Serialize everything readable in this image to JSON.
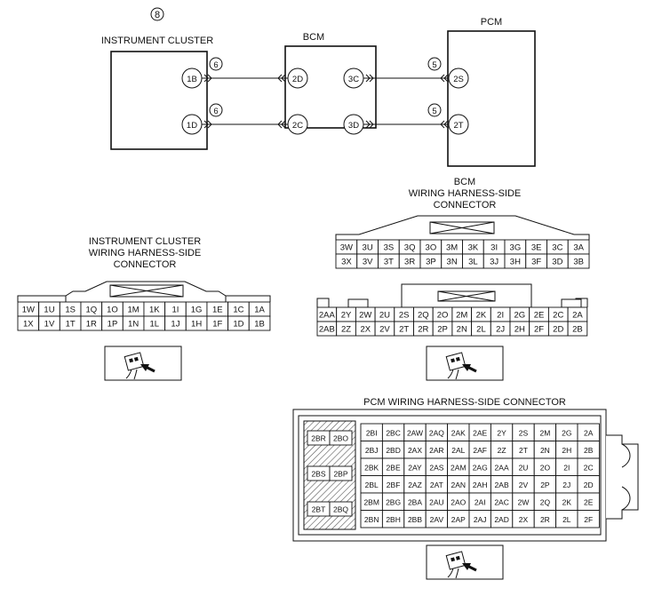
{
  "top": {
    "ic": {
      "num": "8",
      "title": "INSTRUMENT CLUSTER",
      "pins": [
        "1B",
        "1D"
      ]
    },
    "bcm": {
      "title": "BCM",
      "left_pins": [
        "2D",
        "2C"
      ],
      "right_pins": [
        "3C",
        "3D"
      ]
    },
    "pcm": {
      "title": "PCM",
      "pins": [
        "2S",
        "2T"
      ]
    },
    "wire_left": [
      "6",
      "6"
    ],
    "wire_right": [
      "5",
      "5"
    ]
  },
  "bcm_conn": {
    "title": [
      "BCM",
      "WIRING HARNESS-SIDE",
      "CONNECTOR"
    ],
    "row1": [
      "3W",
      "3U",
      "3S",
      "3Q",
      "3O",
      "3M",
      "3K",
      "3I",
      "3G",
      "3E",
      "3C",
      "3A"
    ],
    "row2": [
      "3X",
      "3V",
      "3T",
      "3R",
      "3P",
      "3N",
      "3L",
      "3J",
      "3H",
      "3F",
      "3D",
      "3B"
    ],
    "row3": [
      "2AA",
      "2Y",
      "2W",
      "2U",
      "2S",
      "2Q",
      "2O",
      "2M",
      "2K",
      "2I",
      "2G",
      "2E",
      "2C",
      "2A"
    ],
    "row4": [
      "2AB",
      "2Z",
      "2X",
      "2V",
      "2T",
      "2R",
      "2P",
      "2N",
      "2L",
      "2J",
      "2H",
      "2F",
      "2D",
      "2B"
    ]
  },
  "ic_conn": {
    "title": [
      "INSTRUMENT CLUSTER",
      "WIRING HARNESS-SIDE",
      "CONNECTOR"
    ],
    "row1": [
      "1W",
      "1U",
      "1S",
      "1Q",
      "1O",
      "1M",
      "1K",
      "1I",
      "1G",
      "1E",
      "1C",
      "1A"
    ],
    "row2": [
      "1X",
      "1V",
      "1T",
      "1R",
      "1P",
      "1N",
      "1L",
      "1J",
      "1H",
      "1F",
      "1D",
      "1B"
    ]
  },
  "pcm_conn": {
    "title": "PCM WIRING HARNESS-SIDE CONNECTOR",
    "left_cells": [
      "2BR",
      "2BO",
      "2BS",
      "2BP",
      "2BT",
      "2BQ"
    ],
    "rows": [
      [
        "2BI",
        "2BC",
        "2AW",
        "2AQ",
        "2AK",
        "2AE",
        "2Y",
        "2S",
        "2M",
        "2G",
        "2A"
      ],
      [
        "2BJ",
        "2BD",
        "2AX",
        "2AR",
        "2AL",
        "2AF",
        "2Z",
        "2T",
        "2N",
        "2H",
        "2B"
      ],
      [
        "2BK",
        "2BE",
        "2AY",
        "2AS",
        "2AM",
        "2AG",
        "2AA",
        "2U",
        "2O",
        "2I",
        "2C"
      ],
      [
        "2BL",
        "2BF",
        "2AZ",
        "2AT",
        "2AN",
        "2AH",
        "2AB",
        "2V",
        "2P",
        "2J",
        "2D"
      ],
      [
        "2BM",
        "2BG",
        "2BA",
        "2AU",
        "2AO",
        "2AI",
        "2AC",
        "2W",
        "2Q",
        "2K",
        "2E"
      ],
      [
        "2BN",
        "2BH",
        "2BB",
        "2AV",
        "2AP",
        "2AJ",
        "2AD",
        "2X",
        "2R",
        "2L",
        "2F"
      ]
    ]
  }
}
